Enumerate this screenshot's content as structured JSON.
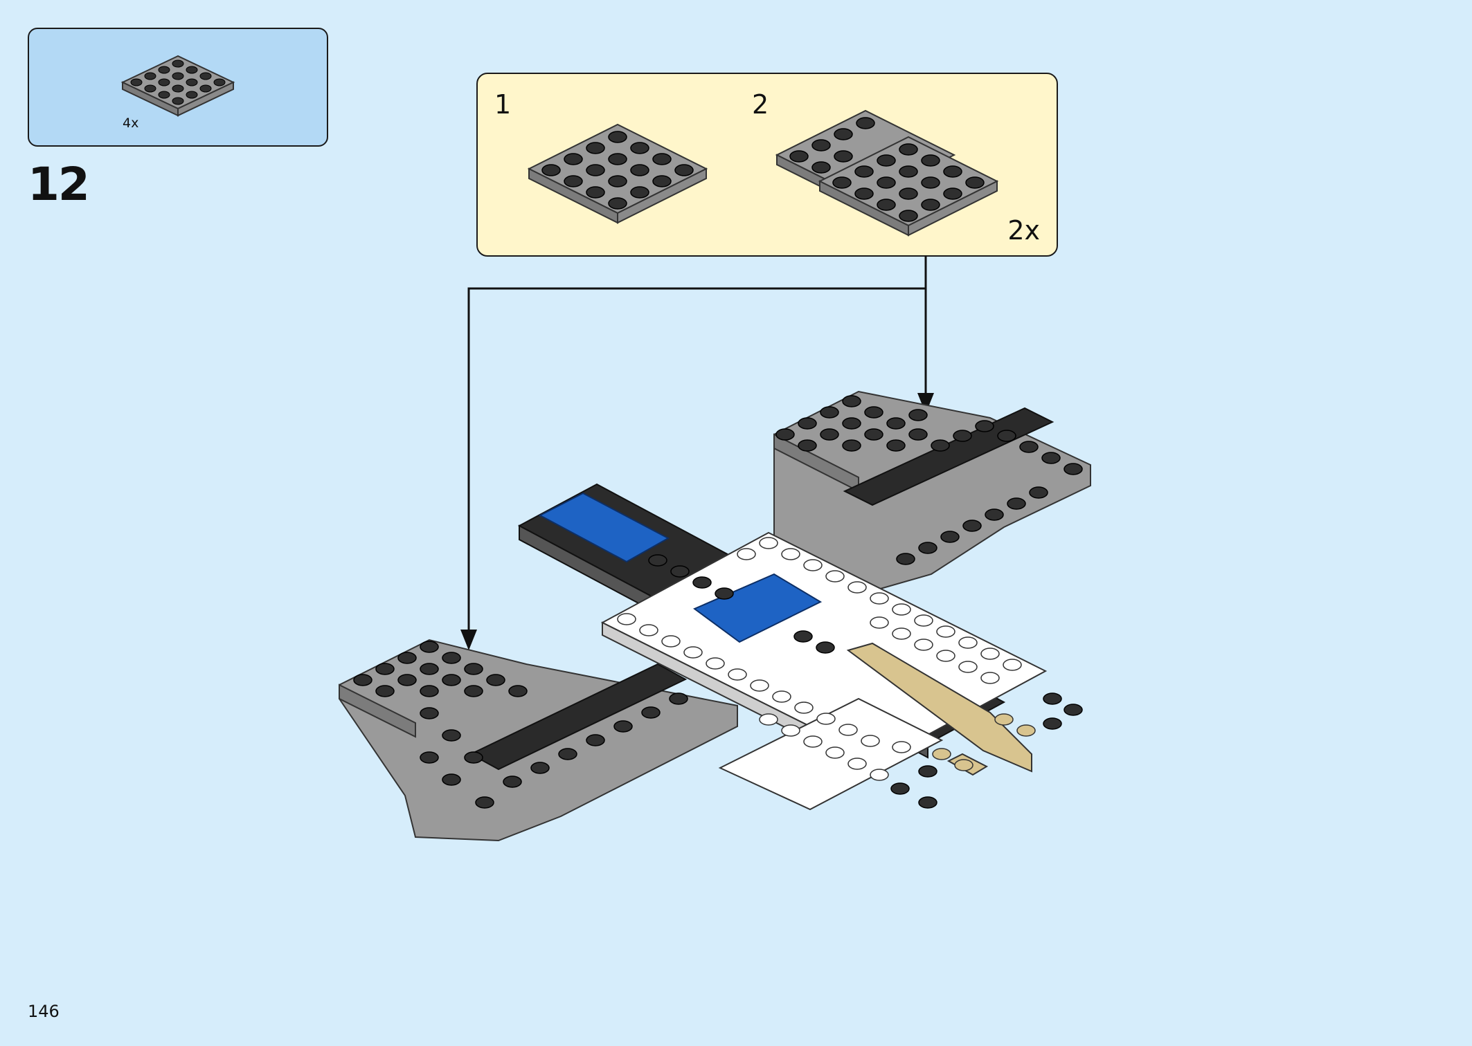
{
  "parts_callout": {
    "quantity": "4x",
    "part": "gray-4x4-plate-icon"
  },
  "step": {
    "number": "12"
  },
  "sub_assembly": {
    "steps": [
      {
        "label": "1"
      },
      {
        "label": "2"
      }
    ],
    "multiplier": "2x"
  },
  "page": {
    "number": "146"
  },
  "colors": {
    "background": "#d6edfb",
    "parts_box": "#b3d9f5",
    "sub_box": "#fff6cb",
    "plate_gray": "#9a9a9a",
    "stud_dark": "#2f2f2f",
    "accent_blue": "#1e63c4",
    "tan": "#d8c48f"
  }
}
